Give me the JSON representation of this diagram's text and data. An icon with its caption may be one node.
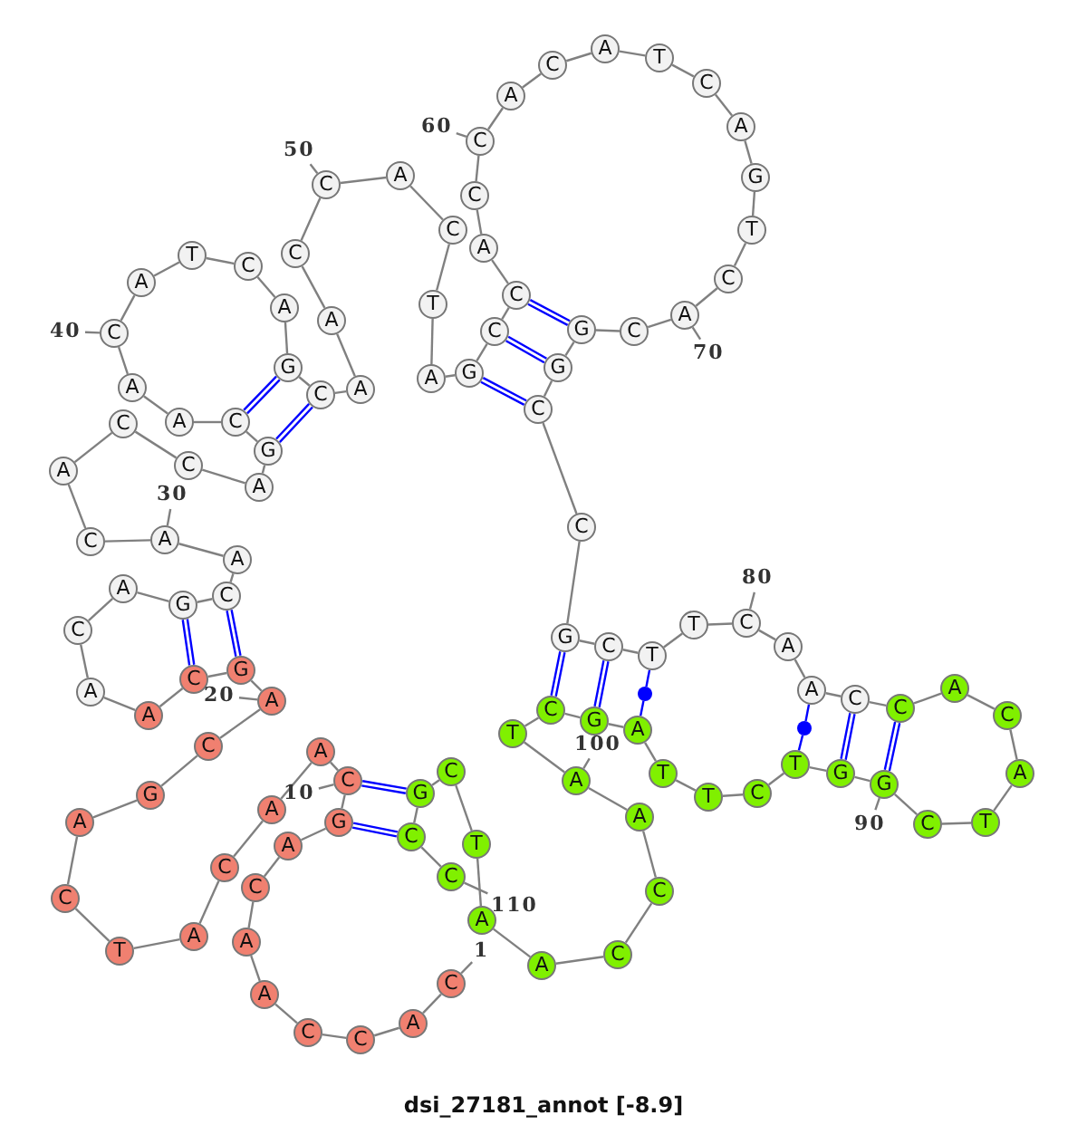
{
  "diagram": {
    "caption": "dsi_27181_annot [-8.9]",
    "nodes": [
      {
        "text": [
          "C"
        ]
      },
      {
        "text": [
          "A"
        ]
      },
      {
        "text": [
          "C"
        ]
      },
      {
        "text": [
          "C"
        ]
      },
      {
        "text": [
          "A"
        ]
      },
      {
        "text": [
          "A"
        ]
      },
      {
        "text": [
          "C"
        ]
      },
      {
        "text": [
          "A"
        ]
      },
      {
        "text": [
          "G"
        ]
      },
      {
        "text": [
          "C"
        ]
      },
      {
        "text": [
          "A"
        ]
      },
      {
        "text": [
          "A"
        ]
      },
      {
        "text": [
          "C"
        ]
      },
      {
        "text": [
          "A"
        ]
      },
      {
        "text": [
          "T"
        ]
      },
      {
        "text": [
          "C"
        ]
      },
      {
        "text": [
          "A"
        ]
      },
      {
        "text": [
          "G"
        ]
      },
      {
        "text": [
          "C"
        ]
      },
      {
        "text": [
          "A"
        ]
      },
      {
        "text": [
          "G"
        ]
      },
      {
        "text": [
          "C"
        ]
      },
      {
        "text": [
          "A"
        ]
      },
      {
        "text": [
          "A"
        ]
      },
      {
        "text": [
          "C"
        ]
      },
      {
        "text": [
          "A"
        ]
      },
      {
        "text": [
          "G"
        ]
      },
      {
        "text": [
          "C"
        ]
      },
      {
        "text": [
          "A"
        ]
      },
      {
        "text": [
          "A"
        ]
      },
      {
        "text": [
          "C"
        ]
      },
      {
        "text": [
          "A"
        ]
      },
      {
        "text": [
          "C"
        ]
      },
      {
        "text": [
          "C"
        ]
      },
      {
        "text": [
          "A"
        ]
      },
      {
        "text": [
          "G"
        ]
      },
      {
        "text": [
          "C"
        ]
      },
      {
        "text": [
          "A"
        ]
      },
      {
        "text": [
          "A"
        ]
      },
      {
        "text": [
          "C"
        ]
      },
      {
        "text": [
          "A"
        ]
      },
      {
        "text": [
          "T"
        ]
      },
      {
        "text": [
          "C"
        ]
      },
      {
        "text": [
          "A"
        ]
      },
      {
        "text": [
          "G"
        ]
      },
      {
        "text": [
          "C"
        ]
      },
      {
        "text": [
          "A"
        ]
      },
      {
        "text": [
          "A"
        ]
      },
      {
        "text": [
          "C"
        ]
      },
      {
        "text": [
          "C"
        ]
      },
      {
        "text": [
          "A"
        ]
      },
      {
        "text": [
          "C"
        ]
      },
      {
        "text": [
          "T"
        ]
      },
      {
        "text": [
          "A"
        ]
      },
      {
        "text": [
          "G"
        ]
      },
      {
        "text": [
          "C"
        ]
      },
      {
        "text": [
          "C"
        ]
      },
      {
        "text": [
          "A"
        ]
      },
      {
        "text": [
          "C"
        ]
      },
      {
        "text": [
          "C"
        ]
      },
      {
        "text": [
          "A"
        ]
      },
      {
        "text": [
          "C"
        ]
      },
      {
        "text": [
          "A"
        ]
      },
      {
        "text": [
          "T"
        ]
      },
      {
        "text": [
          "C"
        ]
      },
      {
        "text": [
          "A"
        ]
      },
      {
        "text": [
          "G"
        ]
      },
      {
        "text": [
          "T"
        ]
      },
      {
        "text": [
          "C"
        ]
      },
      {
        "text": [
          "A"
        ]
      },
      {
        "text": [
          "C"
        ]
      },
      {
        "text": [
          "G"
        ]
      },
      {
        "text": [
          "G"
        ]
      },
      {
        "text": [
          "C"
        ]
      },
      {
        "text": [
          "C"
        ]
      },
      {
        "text": [
          "G"
        ]
      },
      {
        "text": [
          "C"
        ]
      },
      {
        "text": [
          "T"
        ]
      },
      {
        "text": [
          "T"
        ]
      },
      {
        "text": [
          "C"
        ]
      },
      {
        "text": [
          "A"
        ]
      },
      {
        "text": [
          "A"
        ]
      },
      {
        "text": [
          "C"
        ]
      },
      {
        "text": [
          "C"
        ]
      },
      {
        "text": [
          "A"
        ]
      },
      {
        "text": [
          "C"
        ]
      },
      {
        "text": [
          "A"
        ]
      },
      {
        "text": [
          "T"
        ]
      },
      {
        "text": [
          "C"
        ]
      },
      {
        "text": [
          "G"
        ]
      },
      {
        "text": [
          "G"
        ]
      },
      {
        "text": [
          "T"
        ]
      },
      {
        "text": [
          "C"
        ]
      },
      {
        "text": [
          "T"
        ]
      },
      {
        "text": [
          "T"
        ]
      },
      {
        "text": [
          "A"
        ]
      },
      {
        "text": [
          "G"
        ]
      },
      {
        "text": [
          "C"
        ]
      },
      {
        "text": [
          "T"
        ]
      },
      {
        "text": [
          "A"
        ]
      },
      {
        "text": [
          "A"
        ]
      },
      {
        "text": [
          "C"
        ]
      },
      {
        "text": [
          "C"
        ]
      },
      {
        "text": [
          "A"
        ]
      },
      {
        "text": [
          "A"
        ]
      },
      {
        "text": [
          "T"
        ]
      },
      {
        "text": [
          "C"
        ]
      },
      {
        "text": [
          "G"
        ]
      },
      {
        "text": [
          "C"
        ]
      },
      {
        "text": [
          "C"
        ]
      },
      {
        "text": [
          "1"
        ]
      },
      {
        "text": [
          "10"
        ]
      },
      {
        "text": [
          "20"
        ]
      },
      {
        "text": [
          "30"
        ]
      },
      {
        "text": [
          "40"
        ]
      },
      {
        "text": [
          "50"
        ]
      },
      {
        "text": [
          "60"
        ]
      },
      {
        "text": [
          "70"
        ]
      },
      {
        "text": [
          "80"
        ]
      },
      {
        "text": [
          "90"
        ]
      },
      {
        "text": [
          "100"
        ]
      },
      {
        "text": [
          "110"
        ]
      },
      {
        "text": [],
        "shape": "circle"
      },
      {
        "text": [],
        "shape": "circle"
      }
    ],
    "edges": [
      {
        "from": 0,
        "to": 1,
        "arrow": "none"
      },
      {
        "from": 1,
        "to": 2,
        "arrow": "none"
      },
      {
        "from": 2,
        "to": 3,
        "arrow": "none"
      },
      {
        "from": 3,
        "to": 4,
        "arrow": "none"
      },
      {
        "from": 4,
        "to": 5,
        "arrow": "none"
      },
      {
        "from": 5,
        "to": 6,
        "arrow": "none"
      },
      {
        "from": 6,
        "to": 7,
        "arrow": "none"
      },
      {
        "from": 7,
        "to": 8,
        "arrow": "none"
      },
      {
        "from": 8,
        "to": 9,
        "arrow": "none"
      },
      {
        "from": 9,
        "to": 10,
        "arrow": "none"
      },
      {
        "from": 10,
        "to": 11,
        "arrow": "none"
      },
      {
        "from": 11,
        "to": 12,
        "arrow": "none"
      },
      {
        "from": 12,
        "to": 13,
        "arrow": "none"
      },
      {
        "from": 13,
        "to": 14,
        "arrow": "none"
      },
      {
        "from": 14,
        "to": 15,
        "arrow": "none"
      },
      {
        "from": 15,
        "to": 16,
        "arrow": "none"
      },
      {
        "from": 16,
        "to": 17,
        "arrow": "none"
      },
      {
        "from": 17,
        "to": 18,
        "arrow": "none"
      },
      {
        "from": 18,
        "to": 19,
        "arrow": "none"
      },
      {
        "from": 19,
        "to": 20,
        "arrow": "none"
      },
      {
        "from": 20,
        "to": 21,
        "arrow": "none"
      },
      {
        "from": 21,
        "to": 22,
        "arrow": "none"
      },
      {
        "from": 22,
        "to": 23,
        "arrow": "none"
      },
      {
        "from": 23,
        "to": 24,
        "arrow": "none"
      },
      {
        "from": 24,
        "to": 25,
        "arrow": "none"
      },
      {
        "from": 25,
        "to": 26,
        "arrow": "none"
      },
      {
        "from": 26,
        "to": 27,
        "arrow": "none"
      },
      {
        "from": 27,
        "to": 28,
        "arrow": "none"
      },
      {
        "from": 28,
        "to": 29,
        "arrow": "none"
      },
      {
        "from": 29,
        "to": 30,
        "arrow": "none"
      },
      {
        "from": 30,
        "to": 31,
        "arrow": "none"
      },
      {
        "from": 31,
        "to": 32,
        "arrow": "none"
      },
      {
        "from": 32,
        "to": 33,
        "arrow": "none"
      },
      {
        "from": 33,
        "to": 34,
        "arrow": "none"
      },
      {
        "from": 34,
        "to": 35,
        "arrow": "none"
      },
      {
        "from": 35,
        "to": 36,
        "arrow": "none"
      },
      {
        "from": 36,
        "to": 37,
        "arrow": "none"
      },
      {
        "from": 37,
        "to": 38,
        "arrow": "none"
      },
      {
        "from": 38,
        "to": 39,
        "arrow": "none"
      },
      {
        "from": 39,
        "to": 40,
        "arrow": "none"
      },
      {
        "from": 40,
        "to": 41,
        "arrow": "none"
      },
      {
        "from": 41,
        "to": 42,
        "arrow": "none"
      },
      {
        "from": 42,
        "to": 43,
        "arrow": "none"
      },
      {
        "from": 43,
        "to": 44,
        "arrow": "none"
      },
      {
        "from": 44,
        "to": 45,
        "arrow": "none"
      },
      {
        "from": 45,
        "to": 46,
        "arrow": "none"
      },
      {
        "from": 46,
        "to": 47,
        "arrow": "none"
      },
      {
        "from": 47,
        "to": 48,
        "arrow": "none"
      },
      {
        "from": 48,
        "to": 49,
        "arrow": "none"
      },
      {
        "from": 49,
        "to": 50,
        "arrow": "none"
      },
      {
        "from": 50,
        "to": 51,
        "arrow": "none"
      },
      {
        "from": 51,
        "to": 52,
        "arrow": "none"
      },
      {
        "from": 52,
        "to": 53,
        "arrow": "none"
      },
      {
        "from": 53,
        "to": 54,
        "arrow": "none"
      },
      {
        "from": 54,
        "to": 55,
        "arrow": "none"
      },
      {
        "from": 55,
        "to": 56,
        "arrow": "none"
      },
      {
        "from": 56,
        "to": 57,
        "arrow": "none"
      },
      {
        "from": 57,
        "to": 58,
        "arrow": "none"
      },
      {
        "from": 58,
        "to": 59,
        "arrow": "none"
      },
      {
        "from": 59,
        "to": 60,
        "arrow": "none"
      },
      {
        "from": 60,
        "to": 61,
        "arrow": "none"
      },
      {
        "from": 61,
        "to": 62,
        "arrow": "none"
      },
      {
        "from": 62,
        "to": 63,
        "arrow": "none"
      },
      {
        "from": 63,
        "to": 64,
        "arrow": "none"
      },
      {
        "from": 64,
        "to": 65,
        "arrow": "none"
      },
      {
        "from": 65,
        "to": 66,
        "arrow": "none"
      },
      {
        "from": 66,
        "to": 67,
        "arrow": "none"
      },
      {
        "from": 67,
        "to": 68,
        "arrow": "none"
      },
      {
        "from": 68,
        "to": 69,
        "arrow": "none"
      },
      {
        "from": 69,
        "to": 70,
        "arrow": "none"
      },
      {
        "from": 70,
        "to": 71,
        "arrow": "none"
      },
      {
        "from": 71,
        "to": 72,
        "arrow": "none"
      },
      {
        "from": 72,
        "to": 73,
        "arrow": "none"
      },
      {
        "from": 73,
        "to": 74,
        "arrow": "none"
      },
      {
        "from": 74,
        "to": 75,
        "arrow": "none"
      },
      {
        "from": 75,
        "to": 76,
        "arrow": "none"
      },
      {
        "from": 76,
        "to": 77,
        "arrow": "none"
      },
      {
        "from": 77,
        "to": 78,
        "arrow": "none"
      },
      {
        "from": 78,
        "to": 79,
        "arrow": "none"
      },
      {
        "from": 79,
        "to": 80,
        "arrow": "none"
      },
      {
        "from": 80,
        "to": 81,
        "arrow": "none"
      },
      {
        "from": 81,
        "to": 82,
        "arrow": "none"
      },
      {
        "from": 82,
        "to": 83,
        "arrow": "none"
      },
      {
        "from": 83,
        "to": 84,
        "arrow": "none"
      },
      {
        "from": 84,
        "to": 85,
        "arrow": "none"
      },
      {
        "from": 85,
        "to": 86,
        "arrow": "none"
      },
      {
        "from": 86,
        "to": 87,
        "arrow": "none"
      },
      {
        "from": 87,
        "to": 88,
        "arrow": "none"
      },
      {
        "from": 88,
        "to": 89,
        "arrow": "none"
      },
      {
        "from": 89,
        "to": 90,
        "arrow": "none"
      },
      {
        "from": 90,
        "to": 91,
        "arrow": "none"
      },
      {
        "from": 91,
        "to": 92,
        "arrow": "none"
      },
      {
        "from": 92,
        "to": 93,
        "arrow": "none"
      },
      {
        "from": 93,
        "to": 94,
        "arrow": "none"
      },
      {
        "from": 94,
        "to": 95,
        "arrow": "none"
      },
      {
        "from": 95,
        "to": 96,
        "arrow": "none"
      },
      {
        "from": 96,
        "to": 97,
        "arrow": "none"
      },
      {
        "from": 97,
        "to": 98,
        "arrow": "none"
      },
      {
        "from": 98,
        "to": 99,
        "arrow": "none"
      },
      {
        "from": 99,
        "to": 100,
        "arrow": "none"
      },
      {
        "from": 100,
        "to": 101,
        "arrow": "none"
      },
      {
        "from": 101,
        "to": 102,
        "arrow": "none"
      },
      {
        "from": 102,
        "to": 103,
        "arrow": "none"
      },
      {
        "from": 103,
        "to": 104,
        "arrow": "none"
      },
      {
        "from": 104,
        "to": 105,
        "arrow": "none"
      },
      {
        "from": 105,
        "to": 106,
        "arrow": "none"
      },
      {
        "from": 106,
        "to": 107,
        "arrow": "none"
      },
      {
        "from": 107,
        "to": 108,
        "arrow": "none"
      },
      {
        "from": 108,
        "to": 109,
        "arrow": "none"
      },
      {
        "from": 8,
        "to": 108,
        "arrow": "none",
        "color": "#0000ff"
      },
      {
        "from": 9,
        "to": 107,
        "arrow": "none",
        "color": "#0000ff"
      },
      {
        "from": 20,
        "to": 27,
        "arrow": "none",
        "color": "#0000ff"
      },
      {
        "from": 21,
        "to": 26,
        "arrow": "none",
        "color": "#0000ff"
      },
      {
        "from": 35,
        "to": 45,
        "arrow": "none",
        "color": "#0000ff"
      },
      {
        "from": 36,
        "to": 44,
        "arrow": "none",
        "color": "#0000ff"
      },
      {
        "from": 54,
        "to": 73,
        "arrow": "none",
        "color": "#0000ff"
      },
      {
        "from": 55,
        "to": 72,
        "arrow": "none",
        "color": "#0000ff"
      },
      {
        "from": 56,
        "to": 71,
        "arrow": "none",
        "color": "#0000ff"
      },
      {
        "from": 75,
        "to": 97,
        "arrow": "none",
        "color": "#0000ff"
      },
      {
        "from": 76,
        "to": 96,
        "arrow": "none",
        "color": "#0000ff"
      },
      {
        "from": 77,
        "to": 122,
        "arrow": "none",
        "color": "#0000ff"
      },
      {
        "from": 122,
        "to": 95,
        "arrow": "none",
        "color": "#0000ff"
      },
      {
        "from": 81,
        "to": 123,
        "arrow": "none",
        "color": "#0000ff"
      },
      {
        "from": 123,
        "to": 91,
        "arrow": "none",
        "color": "#0000ff"
      },
      {
        "from": 82,
        "to": 90,
        "arrow": "none",
        "color": "#0000ff"
      },
      {
        "from": 83,
        "to": 89,
        "arrow": "none",
        "color": "#0000ff"
      },
      {
        "from": 110,
        "to": 0,
        "arrow": "none"
      },
      {
        "from": 111,
        "to": 9,
        "arrow": "none"
      },
      {
        "from": 112,
        "to": 19,
        "arrow": "none"
      },
      {
        "from": 113,
        "to": 29,
        "arrow": "none"
      },
      {
        "from": 114,
        "to": 39,
        "arrow": "none"
      },
      {
        "from": 115,
        "to": 49,
        "arrow": "none"
      },
      {
        "from": 116,
        "to": 59,
        "arrow": "none"
      },
      {
        "from": 117,
        "to": 69,
        "arrow": "none"
      },
      {
        "from": 118,
        "to": 79,
        "arrow": "none"
      },
      {
        "from": 119,
        "to": 89,
        "arrow": "none"
      },
      {
        "from": 120,
        "to": 99,
        "arrow": "none"
      },
      {
        "from": 121,
        "to": 109,
        "arrow": "none"
      }
    ]
  }
}
